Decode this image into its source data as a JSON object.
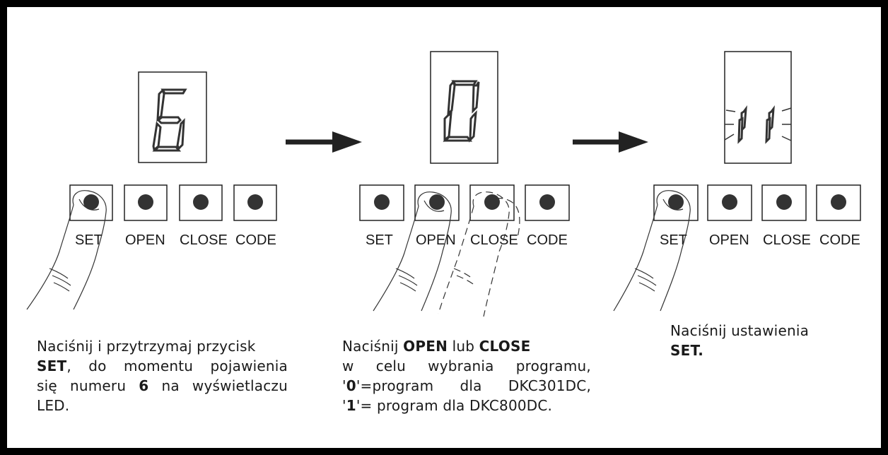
{
  "panels": [
    {
      "display_digit": "6",
      "buttons": [
        "SET",
        "OPEN",
        "CLOSE",
        "CODE"
      ],
      "pressed": "SET",
      "caption": {
        "line1": "Naciśnij i przytrzymaj przycisk",
        "line2_bold": "SET",
        "line2_rest": ", do momentu pojawienia",
        "line3_pre": "się numeru ",
        "line3_bold": "6",
        "line3_post": " na wyświetlaczu",
        "line4": "LED."
      }
    },
    {
      "display_digit": "0",
      "buttons": [
        "SET",
        "OPEN",
        "CLOSE",
        "CODE"
      ],
      "pressed": "OPEN / CLOSE",
      "caption": {
        "line1_pre": "Naciśnij ",
        "line1_bold1": "OPEN",
        "line1_mid": " lub ",
        "line1_bold2": "CLOSE",
        "line2": "w celu wybrania programu,",
        "line3_q1": "'",
        "line3_bold": "0",
        "line3_rest": "'=program dla DKC301DC,",
        "line4_q1": "'",
        "line4_bold": "1",
        "line4_rest": "'= program dla DKC800DC."
      }
    },
    {
      "display_digit": "11",
      "buttons": [
        "SET",
        "OPEN",
        "CLOSE",
        "CODE"
      ],
      "pressed": "SET",
      "caption": {
        "line1": "Naciśnij ustawienia",
        "line2_bold": "SET."
      }
    }
  ]
}
